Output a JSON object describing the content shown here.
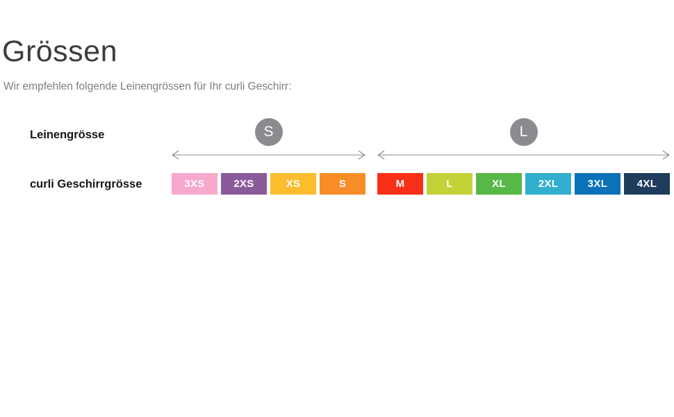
{
  "page": {
    "title": "Grössen",
    "subtitle": "Wir empfehlen folgende Leinengrössen für Ihr curli Geschirr:"
  },
  "chart": {
    "leash_row_label": "Leinengrösse",
    "harness_row_label": "curli Geschirrgrösse",
    "circle_color": "#8B8B8F",
    "arrow_color": "#8a8a8a",
    "groups": [
      {
        "leash_size": "S",
        "harness_sizes": [
          {
            "label": "3XS",
            "color": "#F7A8CC"
          },
          {
            "label": "2XS",
            "color": "#8B5A9B"
          },
          {
            "label": "XS",
            "color": "#FBBD2E"
          },
          {
            "label": "S",
            "color": "#F88D28"
          }
        ]
      },
      {
        "leash_size": "L",
        "harness_sizes": [
          {
            "label": "M",
            "color": "#F93018"
          },
          {
            "label": "L",
            "color": "#C3D236"
          },
          {
            "label": "XL",
            "color": "#57B847"
          },
          {
            "label": "2XL",
            "color": "#32AECE"
          },
          {
            "label": "3XL",
            "color": "#0B72B8"
          },
          {
            "label": "4XL",
            "color": "#1E3C5C"
          }
        ]
      }
    ]
  }
}
